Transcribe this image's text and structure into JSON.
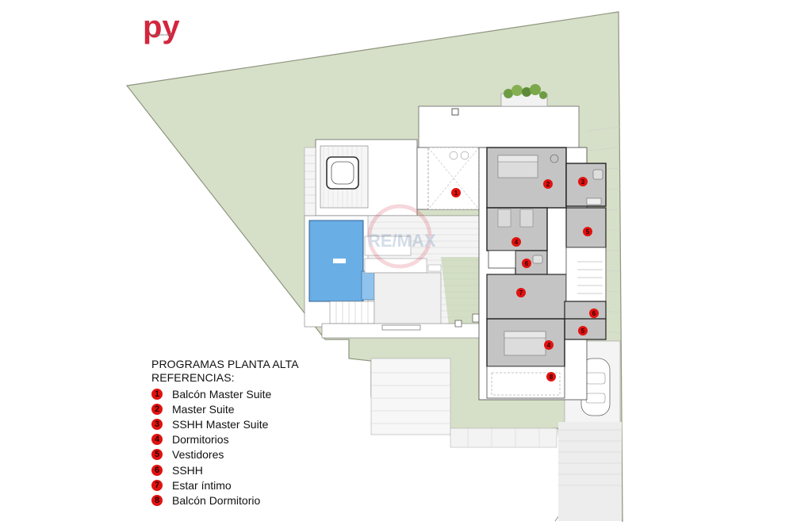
{
  "colors": {
    "lot_fill": "#d6dfc7",
    "lot_stroke": "#8e957f",
    "room_fill": "#c4c4c4",
    "pool": "#6aaee6",
    "marker": "#e0120f",
    "logo": "#d3263e",
    "logo_gray": "#8c8c8c"
  },
  "logo": {
    "monogram": "py",
    "tagline": "py arquitectura"
  },
  "watermark": {
    "text": "RE/MAX"
  },
  "legend": {
    "title": "PROGRAMAS PLANTA ALTA",
    "subtitle": "REFERENCIAS:",
    "items": [
      {
        "num": "1",
        "label": "Balcón Master Suite"
      },
      {
        "num": "2",
        "label": "Master Suite"
      },
      {
        "num": "3",
        "label": "SSHH Master Suite"
      },
      {
        "num": "4",
        "label": "Dormitorios"
      },
      {
        "num": "5",
        "label": "Vestidores"
      },
      {
        "num": "6",
        "label": "SSHH"
      },
      {
        "num": "7",
        "label": "Estar íntimo"
      },
      {
        "num": "8",
        "label": "Balcón Dormitorio"
      }
    ]
  },
  "plan_markers": [
    {
      "id": "1",
      "label": "1"
    },
    {
      "id": "2",
      "label": "2"
    },
    {
      "id": "3",
      "label": "3"
    },
    {
      "id": "4a",
      "label": "4"
    },
    {
      "id": "5a",
      "label": "5"
    },
    {
      "id": "6a",
      "label": "6"
    },
    {
      "id": "7",
      "label": "7"
    },
    {
      "id": "6b",
      "label": "6"
    },
    {
      "id": "5b",
      "label": "5"
    },
    {
      "id": "4b",
      "label": "4"
    },
    {
      "id": "8",
      "label": "8"
    }
  ]
}
